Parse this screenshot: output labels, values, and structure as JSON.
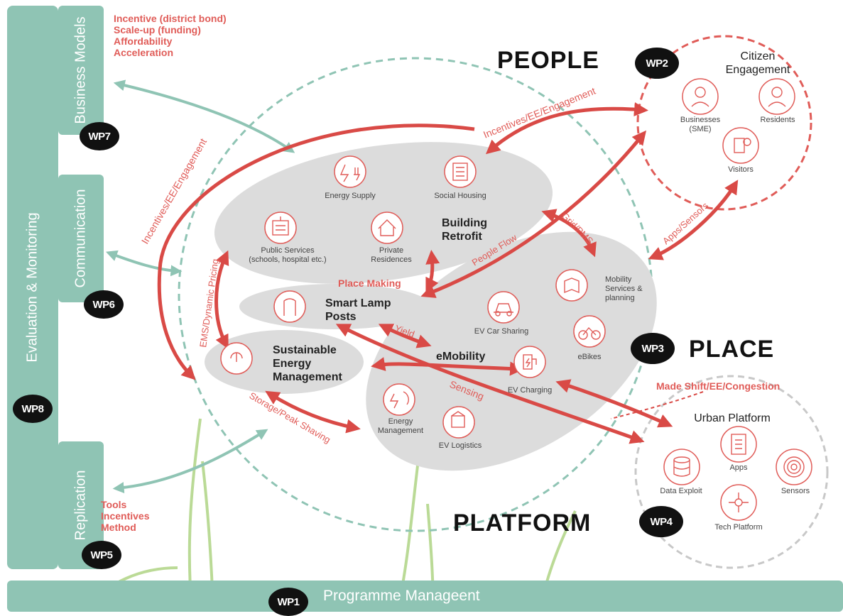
{
  "left_panel": {
    "evaluation_label": "Evaluation & Monitoring",
    "wp8": "WP8"
  },
  "business_models": {
    "label": "Business Models",
    "wp": "WP7",
    "notes": [
      "Incentive (district bond)",
      "Scale-up (funding)",
      "Affordability",
      "Acceleration"
    ]
  },
  "communication": {
    "label": "Communication",
    "wp": "WP6"
  },
  "replication": {
    "label": "Replication",
    "wp": "WP5",
    "notes": [
      "Tools",
      "Incentives",
      "Method"
    ]
  },
  "programme": {
    "wp": "WP1",
    "label": "Programme Manageent"
  },
  "people": {
    "title": "PEOPLE",
    "wp": "WP2",
    "circle_title": "Citizen Engagement",
    "items": [
      "Businesses (SME)",
      "Residents",
      "Visitors"
    ]
  },
  "place": {
    "title": "PLACE",
    "wp": "WP3"
  },
  "platform": {
    "title": "PLATFORM",
    "wp": "WP4",
    "circle_title": "Urban Platform",
    "items": [
      "Apps",
      "Data Exploit",
      "Sensors",
      "Tech Platform"
    ]
  },
  "building": {
    "title": "Building Retrofit",
    "items": [
      "Energy Supply",
      "Social Housing",
      "Public Services (schools, hospital etc.)",
      "Private Residences"
    ]
  },
  "lamp": {
    "title": "Smart Lamp Posts"
  },
  "energy": {
    "title": "Sustainable Energy Management"
  },
  "emobility": {
    "title": "eMobility",
    "items": [
      "Mobility Services & planning",
      "EV Car Sharing",
      "eBikes",
      "EV Charging",
      "Energy Management",
      "EV Logistics"
    ]
  },
  "flows": {
    "incentives_top": "Incentives/EE/Engagement",
    "incentives_left": "Incentives/EE/Engagement",
    "grid": "Grid/PMS",
    "apps_sensors": "Apps/Sensors",
    "people_flow": "People Flow",
    "place_making": "Place Making",
    "ems": "EMS/Dynamic Pricing",
    "yield": "Yield",
    "sensing": "Sensing",
    "storage": "Storage/Peak Shaving",
    "made_shift": "Made Shift/EE/Congestion"
  },
  "colors": {
    "teal": "#8fc4b4",
    "red": "#d94a46",
    "grey": "#dcdcdc",
    "black": "#111111"
  }
}
